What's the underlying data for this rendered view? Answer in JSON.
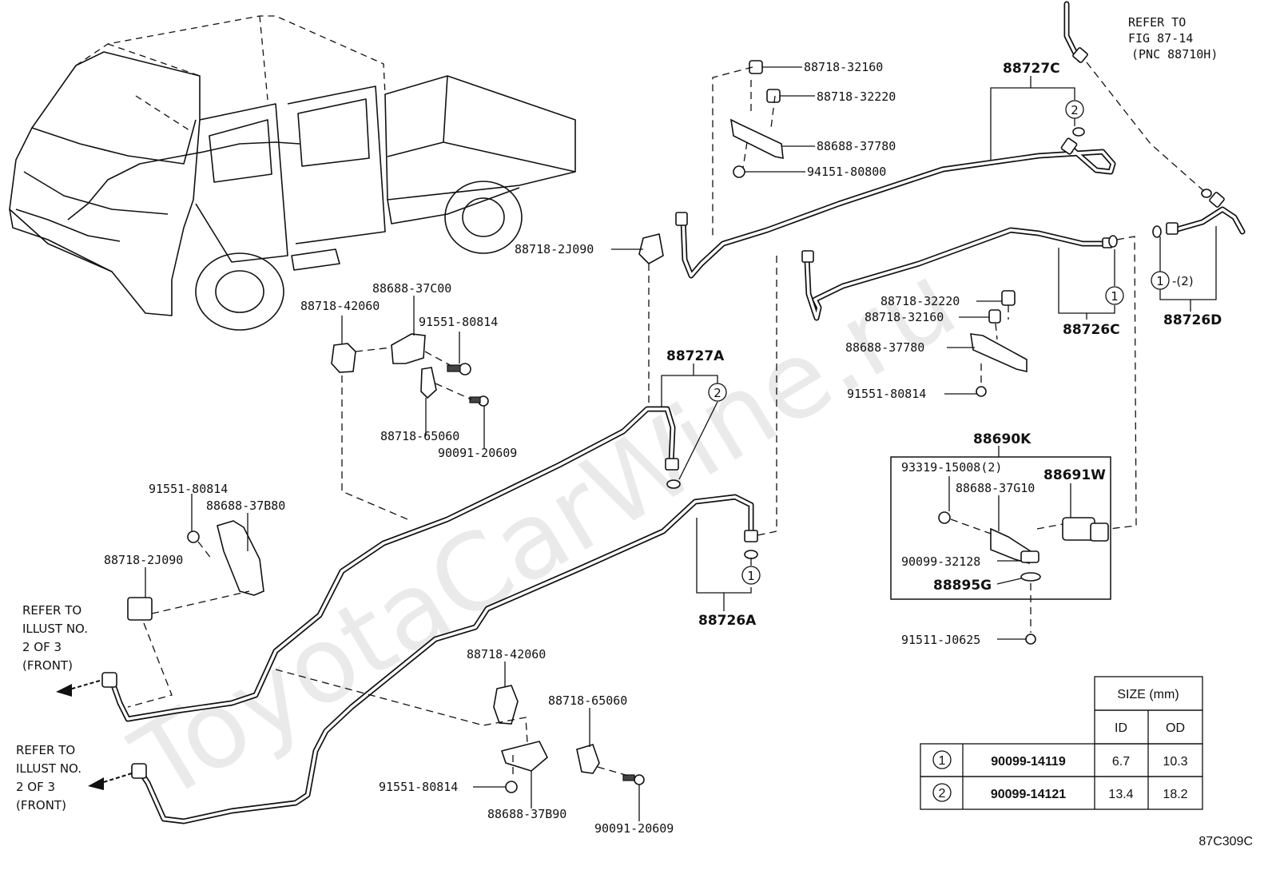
{
  "watermark": "ToyotaCarWine.ru",
  "figure_code": "87C309C",
  "refer_top": {
    "line1": "REFER TO",
    "line2": "FIG 87-14",
    "line3": "(PNC 88710H)"
  },
  "refer_left_1": {
    "line1": "REFER TO",
    "line2": "ILLUST NO.",
    "line3": "2 OF 3",
    "line4": "(FRONT)"
  },
  "refer_left_2": {
    "line1": "REFER TO",
    "line2": "ILLUST NO.",
    "line3": "2 OF 3",
    "line4": "(FRONT)"
  },
  "callouts": {
    "c1": "88718-32160",
    "c2": "88718-32220",
    "c3": "88688-37780",
    "c4": "94151-80800",
    "c5": "88718-2J090",
    "c6": "88688-37C00",
    "c7": "88718-42060",
    "c8": "91551-80814",
    "c9": "88718-65060",
    "c10": "90091-20609",
    "c11": "91551-80814",
    "c12": "88688-37B80",
    "c13": "88718-2J090",
    "c14": "88718-32220",
    "c15": "88718-32160",
    "c16": "88688-37780",
    "c17": "91551-80814",
    "c18": "93319-15008(2)",
    "c19": "88688-37G10",
    "c20": "90099-32128",
    "c21": "91511-J0625",
    "c22": "88718-42060",
    "c23": "88718-65060",
    "c24": "91551-80814",
    "c25": "88688-37B90",
    "c26": "90091-20609"
  },
  "assemblies": {
    "a1": "88727C",
    "a2": "88726C",
    "a3": "88726D",
    "a4": "88727A",
    "a5": "88726A",
    "a6": "88690K",
    "a7": "88691W",
    "a8": "88895G"
  },
  "circle_marks": {
    "one": "1",
    "two": "2",
    "range_suffix": "-(2)"
  },
  "size_table": {
    "header": "SIZE (mm)",
    "col_id": "ID",
    "col_od": "OD",
    "rows": [
      {
        "mark": "1",
        "part": "90099-14119",
        "id": "6.7",
        "od": "10.3"
      },
      {
        "mark": "2",
        "part": "90099-14121",
        "id": "13.4",
        "od": "18.2"
      }
    ]
  }
}
